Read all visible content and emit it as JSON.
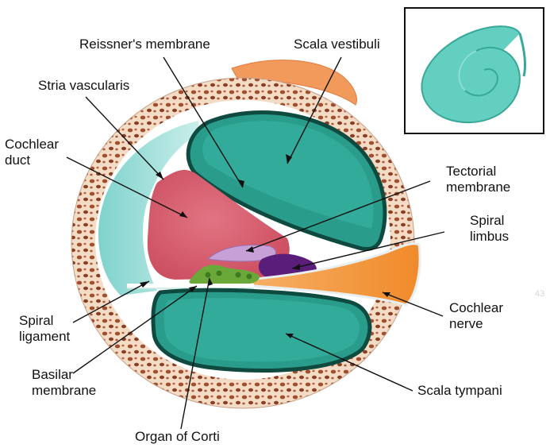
{
  "labels": {
    "reissners_membrane": "Reissner's membrane",
    "scala_vestibuli": "Scala vestibuli",
    "stria_vascularis": "Stria vascularis",
    "cochlear_duct": [
      "Cochlear",
      "duct"
    ],
    "tectorial_membrane": [
      "Tectorial",
      "membrane"
    ],
    "spiral_limbus": [
      "Spiral",
      "limbus"
    ],
    "cochlear_nerve": [
      "Cochlear",
      "nerve"
    ],
    "spiral_ligament": [
      "Spiral",
      "ligament"
    ],
    "basilar_membrane": [
      "Basilar",
      "membrane"
    ],
    "scala_tympani": "Scala tympani",
    "organ_of_corti": "Organ of Corti"
  },
  "watermark": "43",
  "colors": {
    "bone": "#f2dcc6",
    "bone_pores": "#9c4a2c",
    "scala_fill": "#2a9c8c",
    "scala_shadow": "#0f4a40",
    "cochlear_duct": "#d55a6a",
    "stria_vascularis": "#9cdcd6",
    "nerve": "#f39a3a",
    "tectorial": "#c6a0d6",
    "spiral_limbus": "#5a1e7a",
    "organ_of_corti": "#6aa83a",
    "inset_spiral": "#62cfc0"
  }
}
